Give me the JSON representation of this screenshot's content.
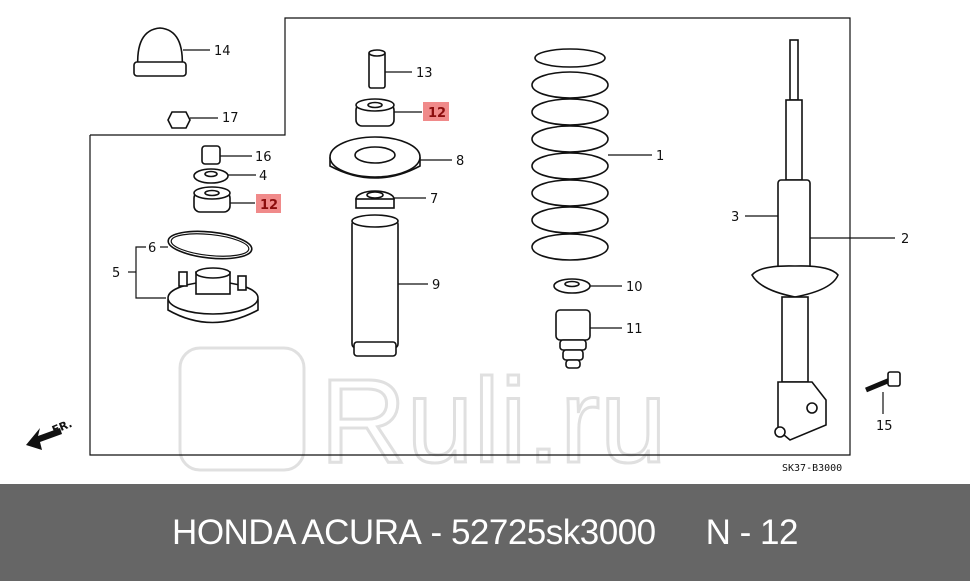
{
  "diagram": {
    "drawing_code": "SK37-B3000",
    "front_marker": "FR.",
    "highlight_color": "#f08a8a",
    "callouts": {
      "p1": "1",
      "p2": "2",
      "p3": "3",
      "p4": "4",
      "p5": "5",
      "p6": "6",
      "p7": "7",
      "p8": "8",
      "p9": "9",
      "p10": "10",
      "p11": "11",
      "p12a": "12",
      "p12b": "12",
      "p13": "13",
      "p14": "14",
      "p15": "15",
      "p16": "16",
      "p17": "17"
    },
    "watermark": "Ruli.ru"
  },
  "banner": {
    "brand": "HONDA ACURA",
    "part_number": "52725sk3000",
    "position": "N - 12",
    "background": "#666666"
  }
}
